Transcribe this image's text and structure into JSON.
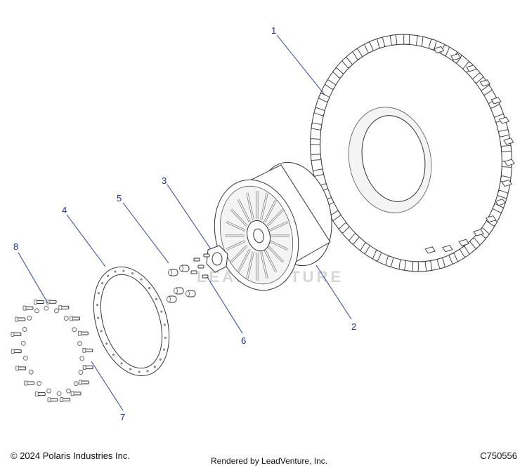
{
  "callouts": [
    {
      "label": "1",
      "part": "tire"
    },
    {
      "label": "2",
      "part": "wheel"
    },
    {
      "label": "3",
      "part": "center-cap"
    },
    {
      "label": "4",
      "part": "beadlock-ring"
    },
    {
      "label": "5",
      "part": "lug-nuts"
    },
    {
      "label": "6",
      "part": "studs"
    },
    {
      "label": "7",
      "part": "ring-bolts"
    },
    {
      "label": "8",
      "part": "ring-bolts"
    }
  ],
  "watermark": "LEADVENTURE",
  "footer": {
    "copyright": "© 2024 Polaris Industries Inc.",
    "rendered_by": "Rendered by LeadVenture, Inc.",
    "diagram_id": "C750556"
  }
}
